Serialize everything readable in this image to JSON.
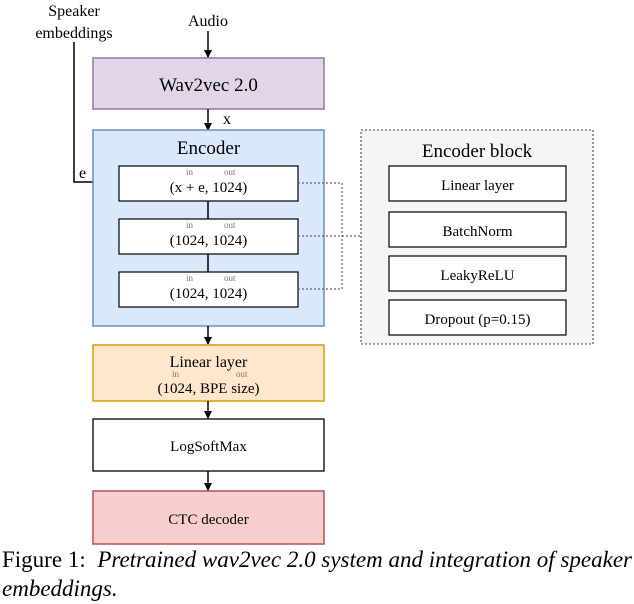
{
  "inputs": {
    "speaker_embeddings_line1": "Speaker",
    "speaker_embeddings_line2": "embeddings",
    "audio": "Audio"
  },
  "wav2vec": {
    "label": "Wav2vec 2.0"
  },
  "arrow_labels": {
    "x": "x",
    "e": "e"
  },
  "encoder": {
    "title": "Encoder",
    "layers": [
      {
        "in": "in",
        "out": "out",
        "dims": "(x + e, 1024)"
      },
      {
        "in": "in",
        "out": "out",
        "dims": "(1024, 1024)"
      },
      {
        "in": "in",
        "out": "out",
        "dims": "(1024, 1024)"
      }
    ]
  },
  "encoder_block": {
    "title": "Encoder block",
    "items": [
      "Linear layer",
      "BatchNorm",
      "LeakyReLU",
      "Dropout (p=0.15)"
    ]
  },
  "linear": {
    "title": "Linear layer",
    "in": "in",
    "out": "out",
    "dims": "(1024, BPE size)"
  },
  "logsoftmax": {
    "label": "LogSoftMax"
  },
  "ctc": {
    "label": "CTC decoder"
  },
  "caption": {
    "lead": "Figure 1:",
    "text": "Pretrained wav2vec 2.0 system and integration of speaker embeddings."
  },
  "colors": {
    "wav2vec_fill": "#e1d5e7",
    "wav2vec_stroke": "#9673a6",
    "encoder_fill": "#dae8fc",
    "encoder_stroke": "#6c8ebf",
    "block_fill": "#f5f5f5",
    "block_stroke": "#666666",
    "linear_fill": "#ffe6cc",
    "linear_stroke": "#d79b00",
    "ctc_fill": "#f8cecc",
    "ctc_stroke": "#b85450"
  }
}
